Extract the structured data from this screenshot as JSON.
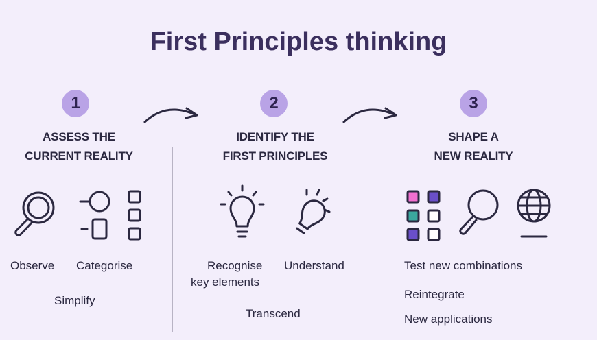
{
  "title": "First Principles thinking",
  "steps": [
    {
      "number": "1",
      "heading_line1": "ASSESS THE",
      "heading_line2": "CURRENT REALITY",
      "labels": [
        "Observe",
        "Categorise",
        "Simplify"
      ],
      "icons": [
        "magnifier-icon",
        "categorise-icon",
        "list-boxes-icon"
      ]
    },
    {
      "number": "2",
      "heading_line1": "IDENTIFY THE",
      "heading_line2": "FIRST PRINCIPLES",
      "labels": [
        "Recognise",
        "key elements",
        "Understand",
        "Transcend"
      ],
      "icons": [
        "lightbulb-icon",
        "tilted-lightbulb-icon"
      ]
    },
    {
      "number": "3",
      "heading_line1": "SHAPE A",
      "heading_line2": "NEW REALITY",
      "labels": [
        "Test new combinations",
        "Reintegrate",
        "New applications"
      ],
      "icons": [
        "color-grid-icon",
        "magnifier-icon",
        "globe-icon"
      ]
    }
  ],
  "colors": {
    "background": "#f3eefb",
    "circle": "#b9a3e6",
    "pink": "#f26fcf",
    "purple": "#6a4fc9",
    "teal": "#3aa89e"
  }
}
